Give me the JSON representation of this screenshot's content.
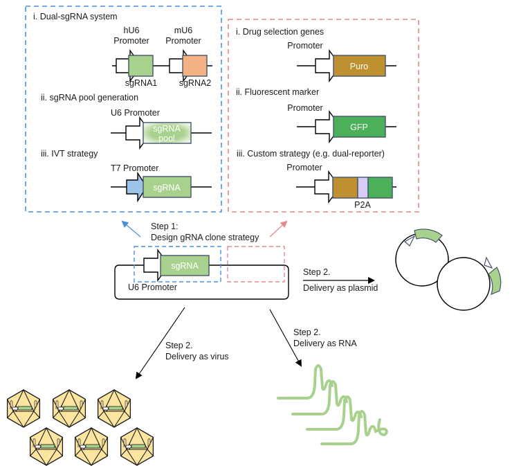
{
  "colors": {
    "blue_dash": "#4a90d9",
    "red_dash": "#e08a8a",
    "sgrna_green": "#a9d18e",
    "sgrna2_orange": "#f4b183",
    "t7_blue": "#9dc3e6",
    "puro_gold": "#bf9030",
    "gfp_green": "#4caf5a",
    "p2a_lilac": "#d6ccf5",
    "virus_fill": "#fde5a0",
    "rna_green": "#a9d18e"
  },
  "left_panel": {
    "section1": {
      "title": "i. Dual-sgRNA system",
      "promoter1_line1": "hU6",
      "promoter1_line2": "Promoter",
      "promoter2_line1": "mU6",
      "promoter2_line2": "Promoter",
      "insert1": "sgRNA1",
      "insert2": "sgRNA2"
    },
    "section2": {
      "title": "ii. sgRNA pool generation",
      "promoter": "U6 Promoter",
      "insert_line1": "sgRNA",
      "insert_line2": "pool"
    },
    "section3": {
      "title": "iii. IVT strategy",
      "promoter": "T7 Promoter",
      "insert": "sgRNA"
    }
  },
  "right_panel": {
    "section1": {
      "title": "i. Drug selection genes",
      "promoter": "Promoter",
      "insert": "Puro"
    },
    "section2": {
      "title": "ii. Fluorescent marker",
      "promoter": "Promoter",
      "insert": "GFP"
    },
    "section3": {
      "title": "iii. Custom strategy (e.g. dual-reporter)",
      "promoter": "Promoter",
      "linker": "P2A"
    }
  },
  "center": {
    "step1_line1": "Step 1:",
    "step1_line2": "Design gRNA clone strategy",
    "insert": "sgRNA",
    "promoter": "U6 Promoter"
  },
  "delivery": {
    "plasmid_line1": "Step 2.",
    "plasmid_line2": "Delivery as plasmid",
    "virus_line1": "Step 2.",
    "virus_line2": "Delivery as virus",
    "rna_line1": "Step 2.",
    "rna_line2": "Delivery as RNA"
  }
}
